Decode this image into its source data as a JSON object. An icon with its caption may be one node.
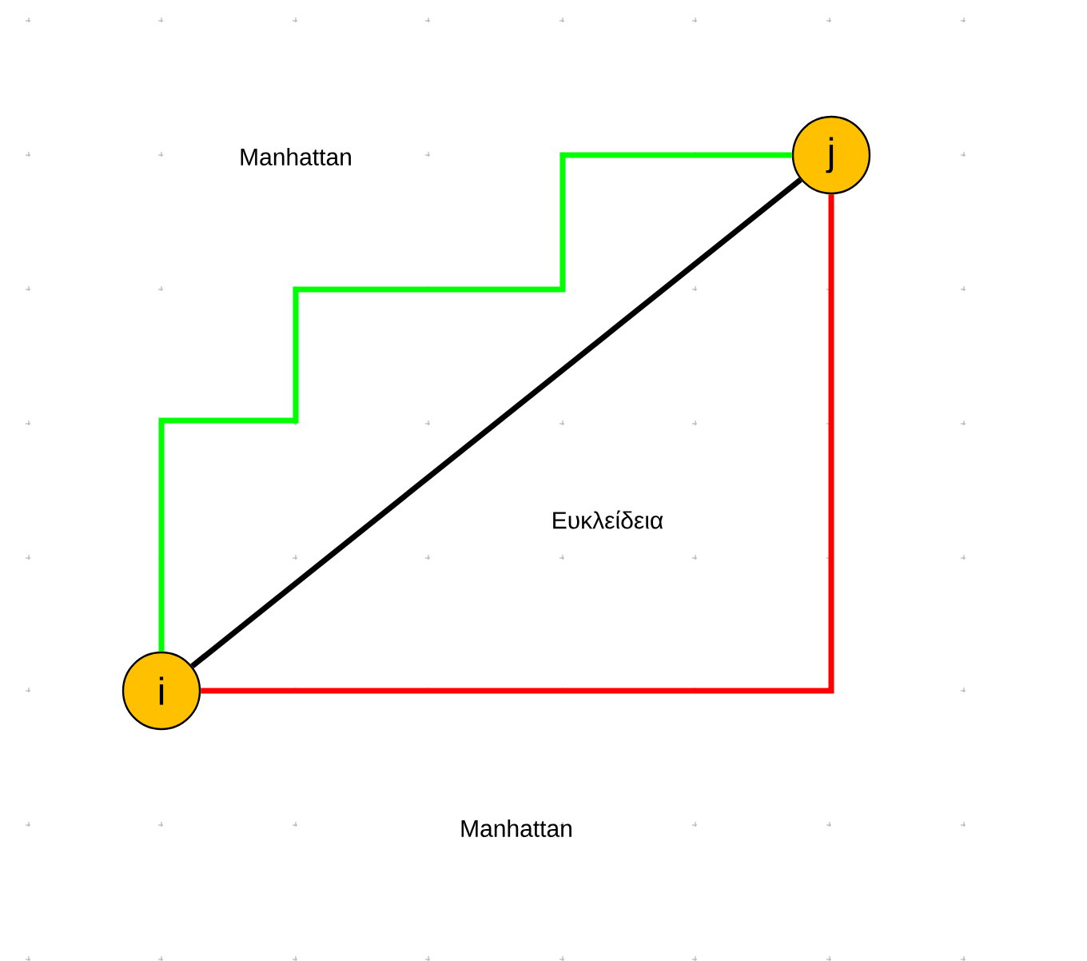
{
  "diagram": {
    "nodes": [
      {
        "text": [
          "i"
        ]
      },
      {
        "text": [
          "j"
        ]
      }
    ],
    "edges": [
      {
        "from": 0,
        "to": 1,
        "arrow": "none",
        "color": "#00ff00"
      },
      {
        "from": 0,
        "to": 1,
        "arrow": "none",
        "color": "#000000"
      },
      {
        "from": 0,
        "to": 1,
        "arrow": "none",
        "color": "#ff0000"
      }
    ],
    "labels": [
      "Manhattan",
      "Ευκλείδεια",
      "Manhattan"
    ]
  }
}
